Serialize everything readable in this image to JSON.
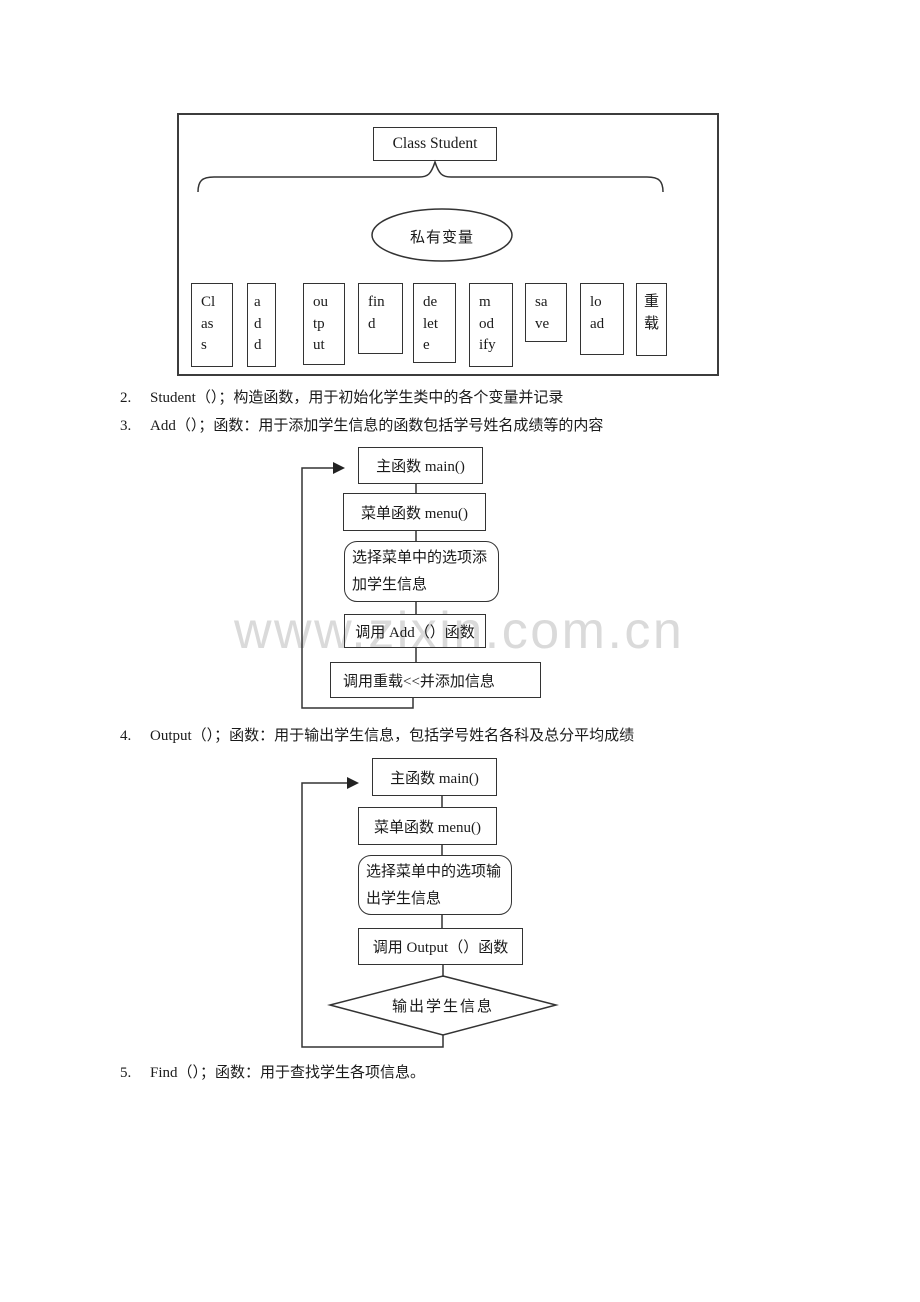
{
  "watermark": {
    "text": "www.zixin.com.cn",
    "color": "#dadada"
  },
  "class_diagram": {
    "title": "Class Student",
    "private_vars_label": "私有变量",
    "members": [
      {
        "name": "class",
        "text": "Cl\nas\ns"
      },
      {
        "name": "add",
        "text": "a\nd\nd"
      },
      {
        "name": "output",
        "text": "ou\ntp\nut"
      },
      {
        "name": "find",
        "text": "fin\nd"
      },
      {
        "name": "delete",
        "text": "de\nlet\ne"
      },
      {
        "name": "modify",
        "text": "m\nod\nify"
      },
      {
        "name": "save",
        "text": "sa\nve"
      },
      {
        "name": "load",
        "text": "lo\nad"
      },
      {
        "name": "overload",
        "text": "重\n载"
      }
    ]
  },
  "list_items": [
    {
      "number": "2.",
      "text": "Student（）；构造函数，用于初始化学生类中的各个变量并记录"
    },
    {
      "number": "3.",
      "text": "Add（）；函数：用于添加学生信息的函数包括学号姓名成绩等的内容"
    },
    {
      "number": "4.",
      "text": "Output（）；函数：用于输出学生信息，包括学号姓名各科及总分平均成绩"
    },
    {
      "number": "5.",
      "text": "Find（）；函数：用于查找学生各项信息。"
    }
  ],
  "flowchart_add": {
    "node1": "主函数 main()",
    "node2": "菜单函数 menu()",
    "node3": "选择菜单中的选项添加学生信息",
    "node4": "调用 Add（）函数",
    "node5": "调用重载<<并添加信息"
  },
  "flowchart_output": {
    "node1": "主函数 main()",
    "node2": "菜单函数 menu()",
    "node3": "选择菜单中的选项输出学生信息",
    "node4": "调用 Output（）函数",
    "node5": "输出学生信息"
  },
  "colors": {
    "line": "#333333",
    "text": "#1a1a1a",
    "background": "#ffffff"
  }
}
